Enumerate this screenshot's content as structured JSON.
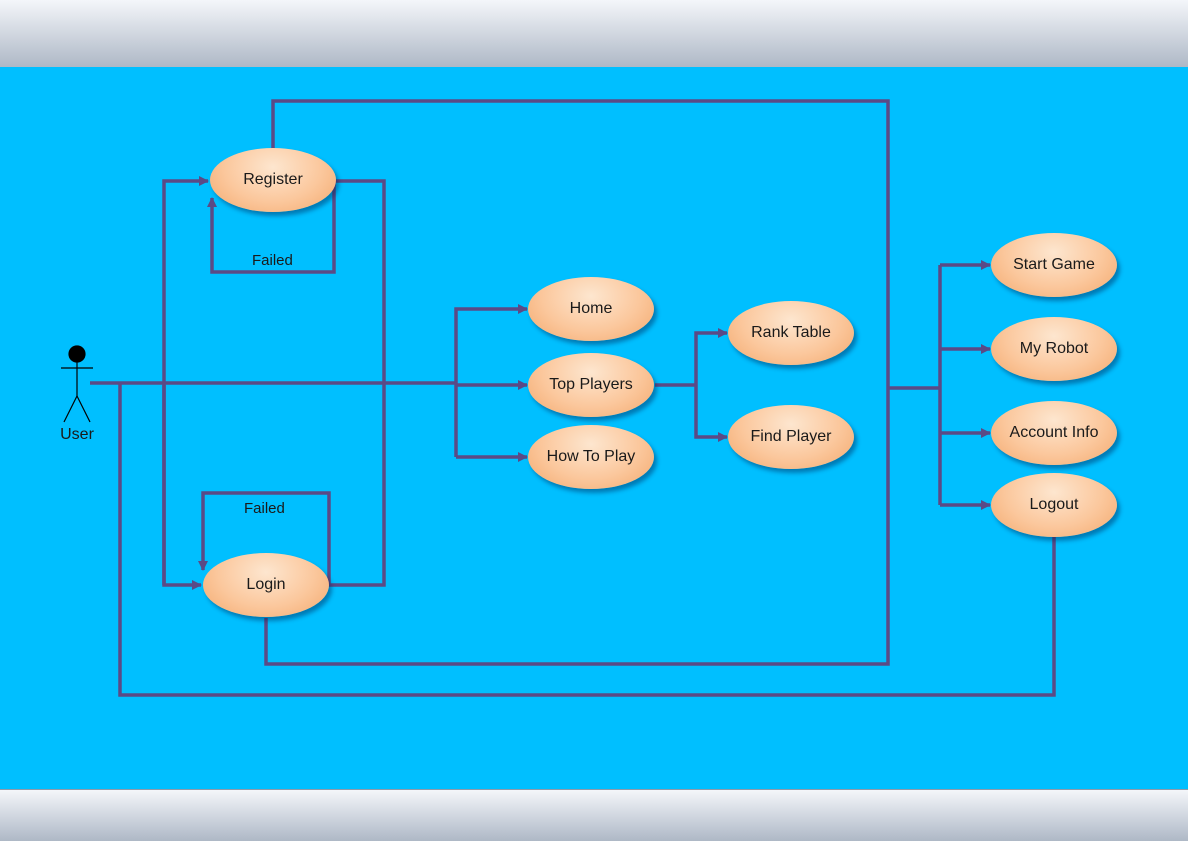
{
  "diagram": {
    "actor": {
      "label": "User",
      "icon": "stick-figure-icon"
    },
    "nodes": {
      "register": "Register",
      "login": "Login",
      "home": "Home",
      "top_players": "Top Players",
      "how_to_play": "How To Play",
      "rank_table": "Rank Table",
      "find_player": "Find Player",
      "start_game": "Start Game",
      "my_robot": "My Robot",
      "account_info": "Account Info",
      "logout": "Logout"
    },
    "edge_labels": {
      "register_failed": "Failed",
      "login_failed": "Failed"
    },
    "colors": {
      "background": "#00bfff",
      "connector": "#5b4a86",
      "node_fill": "#fbc79c"
    }
  }
}
